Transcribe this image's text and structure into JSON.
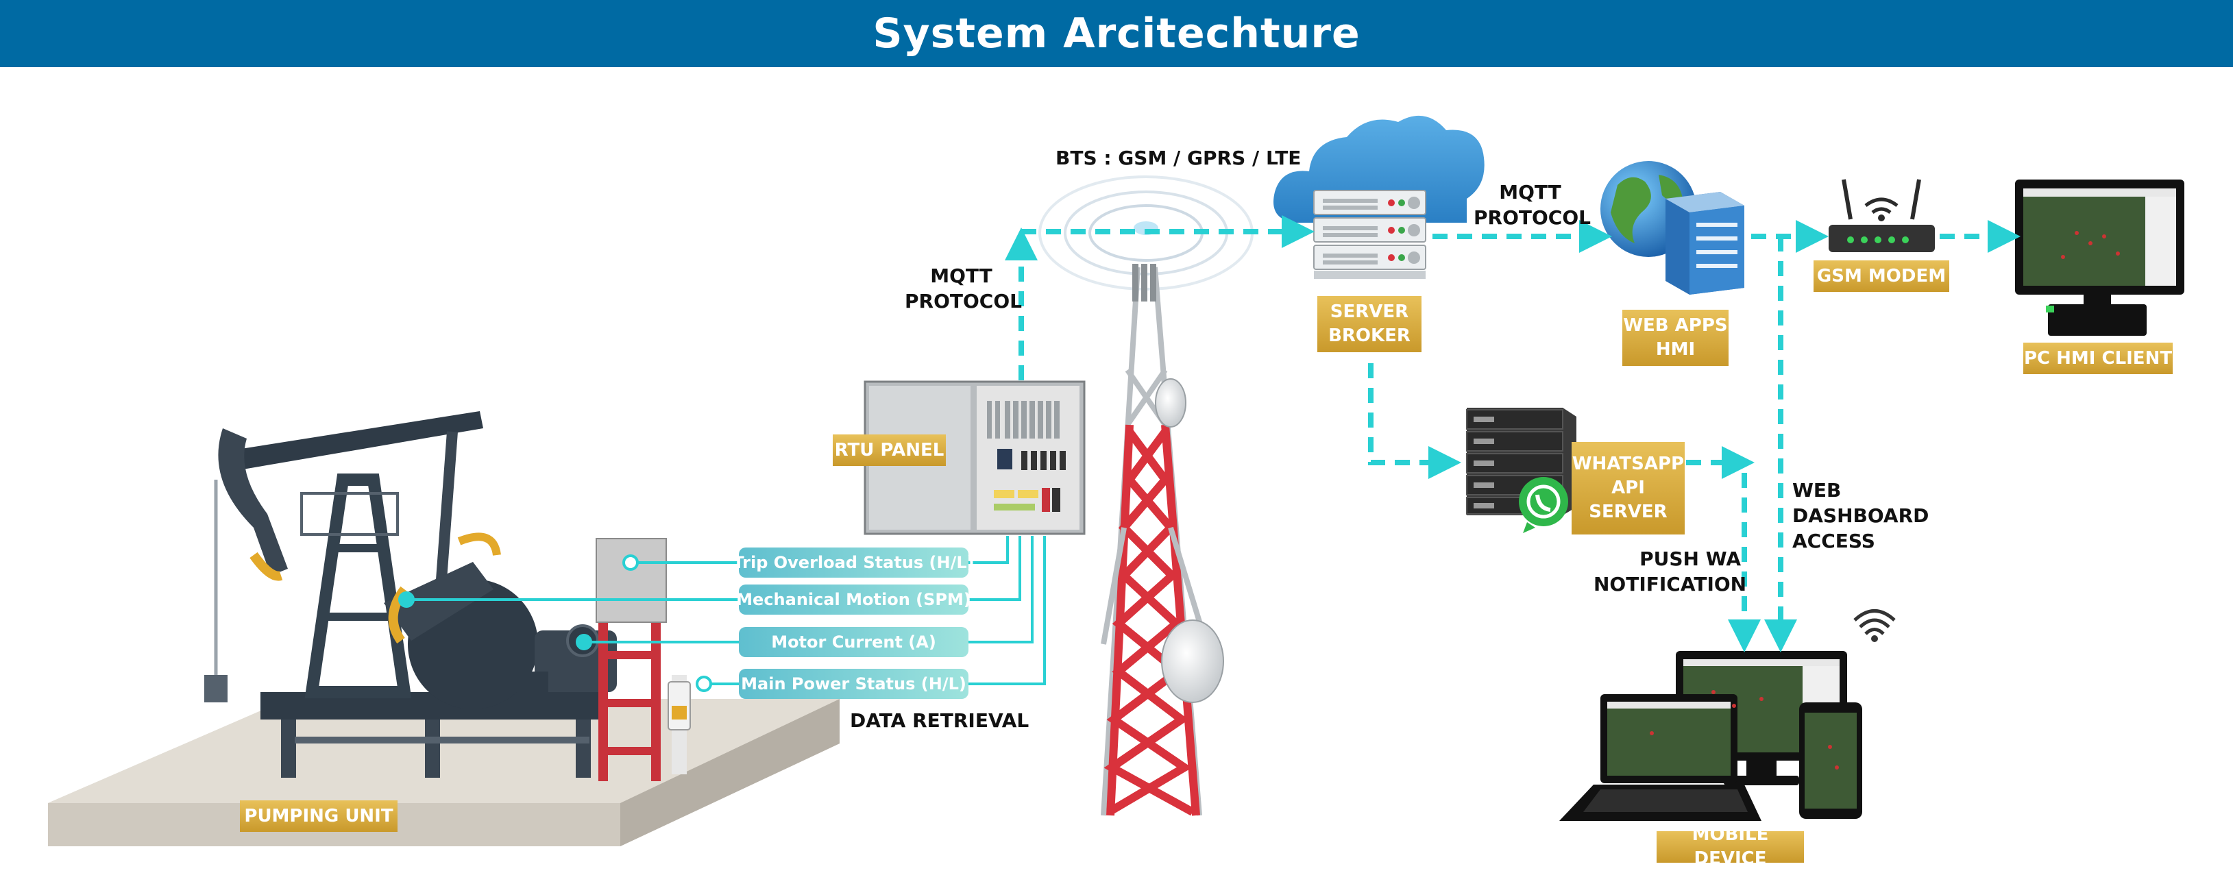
{
  "title": "System Arcitechture",
  "colors": {
    "banner": "#006aa3",
    "badge": "#d4a83e",
    "link": "#29d0d3",
    "tower_red": "#d9323c"
  },
  "badges": {
    "pumping_unit": "PUMPING UNIT",
    "rtu_panel": "RTU PANEL",
    "server_broker": "SERVER\nBROKER",
    "web_apps": "WEB APPS\nHMI",
    "gsm_modem": "GSM MODEM",
    "pc_hmi": "PC HMI CLIENT",
    "whatsapp": "WHATSAPP\nAPI\nSERVER",
    "mobile": "MOBILE DEVICE"
  },
  "labels": {
    "bts": "BTS : GSM / GPRS / LTE",
    "mqtt_left": "MQTT\nPROTOCOL",
    "mqtt_right": "MQTT\nPROTOCOL",
    "data_retrieval": "DATA RETRIEVAL",
    "push_wa": "PUSH  WA\nNOTIFICATION",
    "web_dashboard": "WEB\nDASHBOARD\nACCESS"
  },
  "signals": [
    "Trip Overload Status (H/L)",
    "Mechanical Motion (SPM)",
    "Motor Current (A)",
    "Main Power Status (H/L)"
  ],
  "icons": [
    "oil-pumpjack-icon",
    "rtu-panel-icon",
    "cell-tower-icon",
    "cloud-server-icon",
    "web-server-globe-icon",
    "wifi-router-icon",
    "desktop-pc-icon",
    "server-rack-icon",
    "whatsapp-icon",
    "devices-icon"
  ]
}
